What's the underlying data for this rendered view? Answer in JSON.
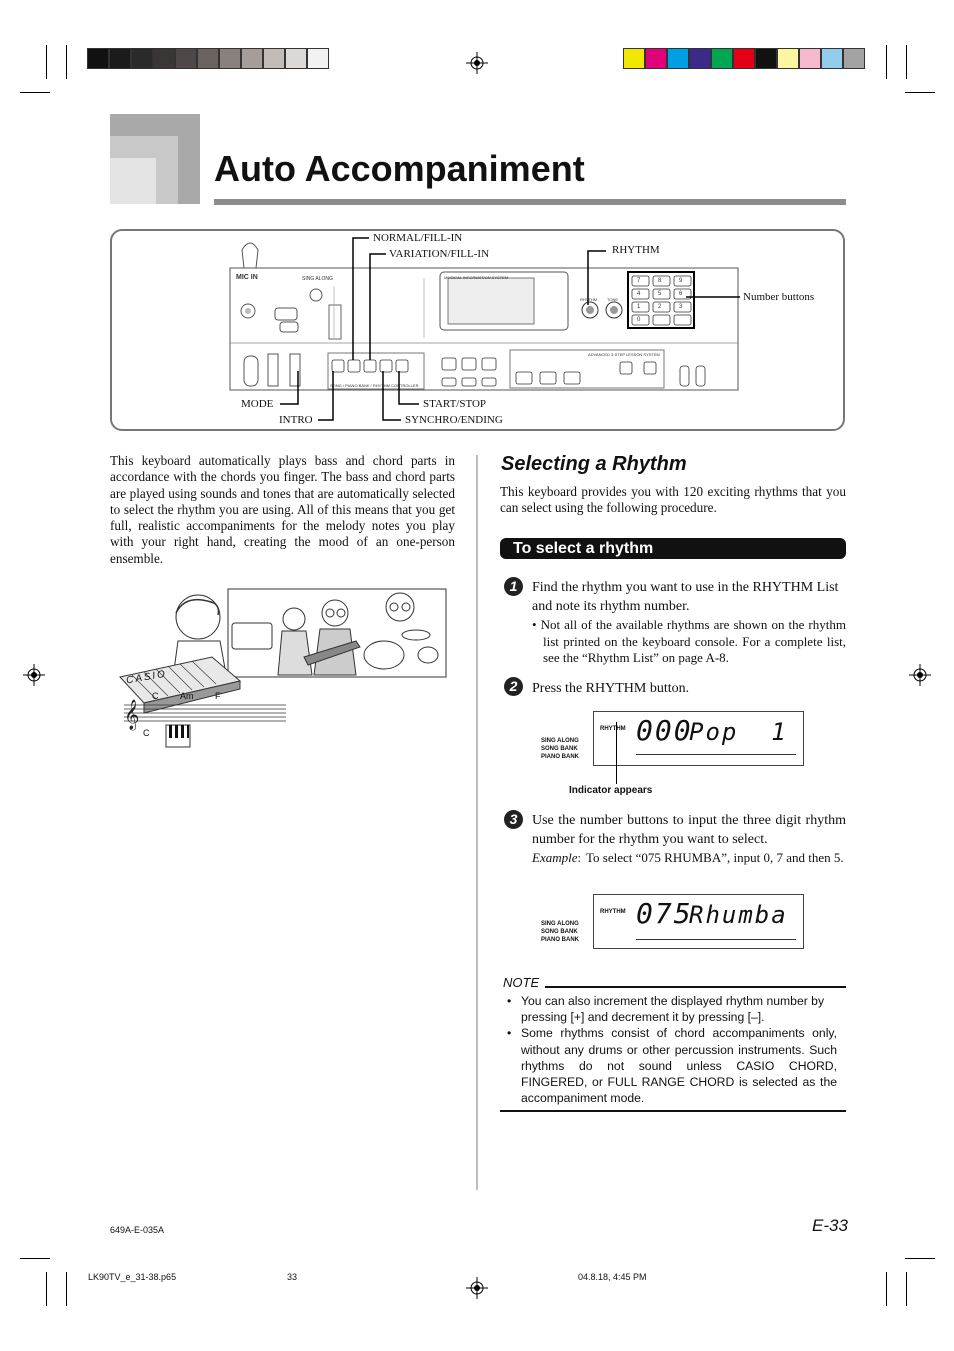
{
  "page": {
    "title": "Auto Accompaniment",
    "page_number": "E-33",
    "doc_code": "649A-E-035A",
    "footer": {
      "file": "LK90TV_e_31-38.p65",
      "page": "33",
      "date": "04.8.18, 4:45 PM"
    }
  },
  "colors": {
    "title_rule": "#8c8c8c",
    "bar": "#111111"
  },
  "color_bars": {
    "gray": [
      "#111111",
      "#1b1b1b",
      "#2a2a2a",
      "#3a3636",
      "#4e4948",
      "#6a625f",
      "#8a817d",
      "#a59d99",
      "#c2bbb8",
      "#dcd8d6",
      "#f2f2f2"
    ],
    "color": [
      "#f2e700",
      "#e0007a",
      "#009fe3",
      "#3b2a8a",
      "#00a651",
      "#e30016",
      "#111111",
      "#fdf6a0",
      "#f5b8cc",
      "#93cdee",
      "#a3a3a3"
    ]
  },
  "diagram": {
    "callouts": {
      "normal_fill_in": "NORMAL/FILL-IN",
      "variation_fill_in": "VARIATION/FILL-IN",
      "rhythm": "RHYTHM",
      "number_buttons": "Number buttons",
      "mode": "MODE",
      "intro": "INTRO",
      "start_stop": "START/STOP",
      "synchro_ending": "SYNCHRO/ENDING"
    },
    "panel_text": {
      "mic_in": "MIC IN",
      "sing_along": "SING ALONG",
      "system": "MUSICAL INFORMATION SYSTEM",
      "keys": [
        "7",
        "8",
        "9",
        "4",
        "5",
        "6",
        "1",
        "2",
        "3",
        "0"
      ],
      "rhythm_btn": "RHYTHM",
      "tone_btn": "TONE",
      "controller": "SONG / PIANO BANK / RHYTHM CONTROLLER",
      "lesson": "ADVANCED 3-STEP LESSON SYSTEM"
    }
  },
  "intro": {
    "paragraph": "This keyboard automatically plays bass and chord parts in accordance with the chords you finger. The bass and chord parts are played using sounds and tones that are automatically selected to select the rhythm you are using. All of this means that you get full, realistic accompaniments for the melody notes you play with your right hand, creating the mood of an one-person ensemble."
  },
  "illustration": {
    "casio": "CASIO",
    "chord_am": "Am",
    "chord_f": "F",
    "chord_c_small": "C",
    "chord_c": "C"
  },
  "section": {
    "heading": "Selecting a Rhythm",
    "intro": "This keyboard provides you with 120 exciting rhythms that you can select using the following procedure.",
    "bar_title": "To select a rhythm",
    "steps": [
      {
        "num": "1",
        "text": "Find the rhythm you want to use in the RHYTHM List and note its rhythm number.",
        "bullet": "• Not all of the available rhythms are shown on the rhythm list printed on the keyboard console. For a complete list, see the “Rhythm List” on page A-8."
      },
      {
        "num": "2",
        "text": "Press the RHYTHM button."
      },
      {
        "num": "3",
        "text": "Use the number buttons to input the three digit rhythm number for the rhythm you want to select.",
        "example_label": "Example",
        "example_text": "To select “075 RHUMBA”, input 0, 7 and then 5."
      }
    ],
    "lcd1": {
      "labels": [
        "SING ALONG",
        "SONG BANK",
        "PIANO BANK"
      ],
      "rhythm_label": "RHYTHM",
      "number": "000",
      "name": "Pop  1",
      "caption": "Indicator appears"
    },
    "lcd2": {
      "labels": [
        "SING ALONG",
        "SONG BANK",
        "PIANO BANK"
      ],
      "rhythm_label": "RHYTHM",
      "number": "075",
      "name": "Rhumba"
    }
  },
  "note": {
    "heading": "NOTE",
    "items": [
      "You can also increment the displayed rhythm number by pressing [+] and decrement it by pressing [–].",
      "Some rhythms consist of chord accompaniments only, without any drums or other percussion instruments. Such rhythms do not sound unless CASIO CHORD, FINGERED, or FULL RANGE CHORD is selected as the accompaniment mode."
    ]
  }
}
